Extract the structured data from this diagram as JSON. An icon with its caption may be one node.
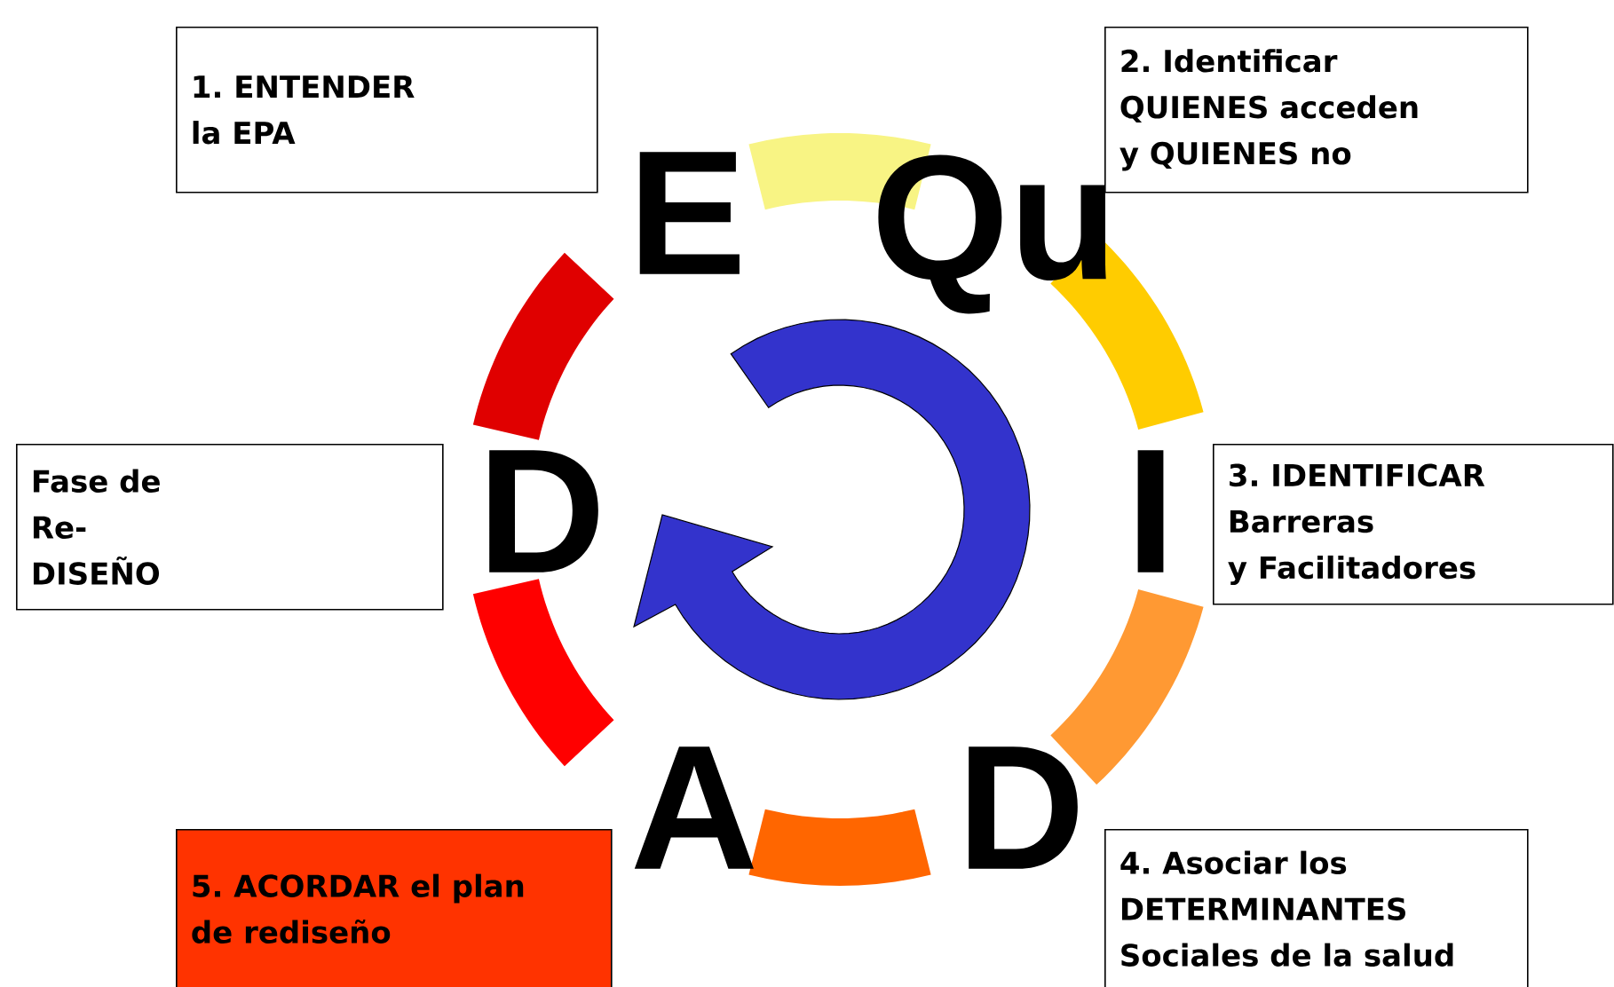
{
  "diagram": {
    "nodes": [
      {
        "text": [
          "1. ENTENDER la EPA"
        ]
      },
      {
        "text": [
          "2. Identificar QUIENES acceden y QUIENES no"
        ]
      },
      {
        "text": [
          "Fase de Re-DISEÑO"
        ]
      },
      {
        "text": [
          "3. IDENTIFICAR Barreras y Facilitadores"
        ]
      },
      {
        "text": [
          "5. ACORDAR el plan de rediseño"
        ]
      },
      {
        "text": [
          "4. Asociar los DETERMINANTES Sociales de la salud"
        ]
      }
    ],
    "labels": [
      "E",
      "Qu",
      "D",
      "I",
      "A",
      "D"
    ]
  }
}
